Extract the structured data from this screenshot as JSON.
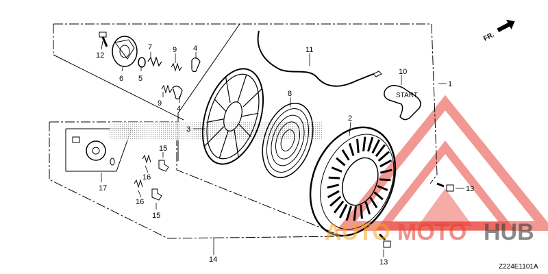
{
  "diagram": {
    "drawing_code": "Z224E1101A",
    "direction_label": "FR.",
    "callouts": [
      "1",
      "2",
      "3",
      "4",
      "4",
      "5",
      "6",
      "7",
      "8",
      "9",
      "9",
      "10",
      "11",
      "12",
      "13",
      "13",
      "14",
      "15",
      "15",
      "16",
      "16",
      "17"
    ],
    "handle_text": "START"
  },
  "watermark": {
    "part1": "AUTO",
    "part2": "MOTO",
    "part3": "HUB",
    "colors": {
      "auto": "#f5a623",
      "moto": "#e8443a",
      "hub": "#3a3a3a",
      "triangle": "#e8443a"
    }
  }
}
